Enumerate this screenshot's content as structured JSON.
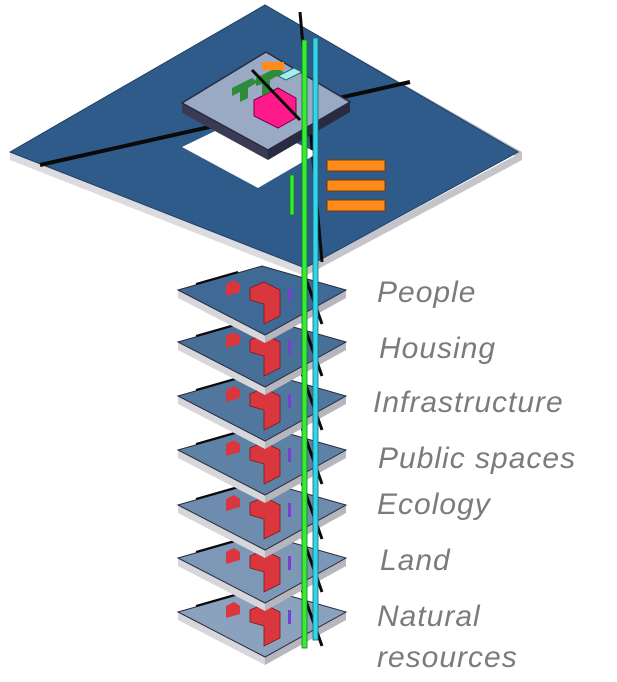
{
  "layers": [
    {
      "label": "People"
    },
    {
      "label": "Housing"
    },
    {
      "label": "Infrastructure"
    },
    {
      "label": "Public spaces"
    },
    {
      "label": "Ecology"
    },
    {
      "label": "Land"
    },
    {
      "label": "Natural",
      "label_line2": "resources"
    }
  ],
  "colors": {
    "top_plate": "#2f5b8a",
    "plate_edge": "#d4d4d8",
    "plate_dark_edge": "#2a2a3a",
    "road": "#0a0a0a",
    "building_red": "#d9363e",
    "building_pink": "#ff1a8c",
    "building_green": "#2e8b3a",
    "building_orange": "#ff8c1a",
    "pipe_green": "#33ee33",
    "pipe_cyan": "#33d6e8",
    "pipe_purple": "#7a3fd0",
    "label": "#7b7b7b"
  }
}
